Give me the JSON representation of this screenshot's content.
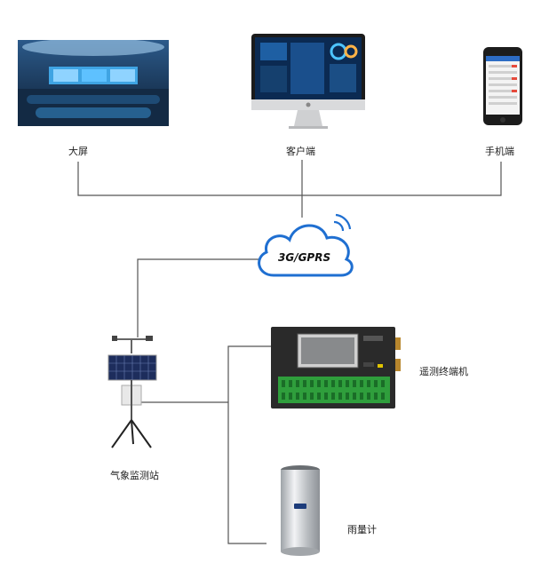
{
  "nodes": {
    "big_screen": {
      "label": "大屏"
    },
    "client": {
      "label": "客户端"
    },
    "mobile": {
      "label": "手机端"
    },
    "network": {
      "label": "3G/GPRS"
    },
    "weather_station": {
      "label": "气象监测站"
    },
    "rtu": {
      "label": "遥测终端机"
    },
    "rain_gauge": {
      "label": "雨量计"
    }
  },
  "colors": {
    "line": "#555555",
    "cloud": "#1f6fd1",
    "panel": "#2a2a2a",
    "terminal_green": "#2f9e3c",
    "gauge_silver": "#c9ccd0"
  }
}
